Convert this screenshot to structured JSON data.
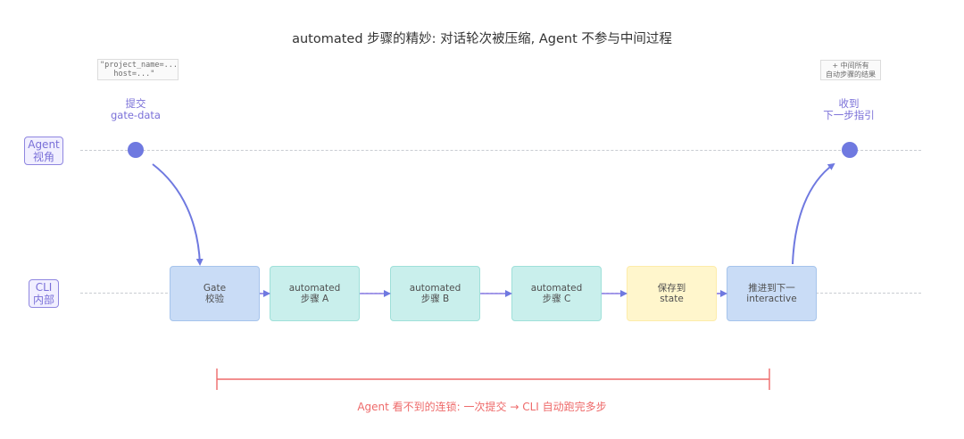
{
  "title": "automated 步骤的精妙: 对话轮次被压缩, Agent 不参与中间过程",
  "lanes": {
    "agent": "Agent\n视角",
    "cli": "CLI\n内部"
  },
  "notes": {
    "submit_payload": "\"project_name=...\n   host=...\"",
    "result_note": "+ 中间所有\n自动步骤的结果"
  },
  "captions": {
    "submit": "提交\ngate-data",
    "receive": "收到\n下一步指引"
  },
  "steps": [
    {
      "label": "Gate\n校验",
      "style": "blue"
    },
    {
      "label": "automated\n步骤 A",
      "style": "teal"
    },
    {
      "label": "automated\n步骤 B",
      "style": "teal"
    },
    {
      "label": "automated\n步骤 C",
      "style": "teal"
    },
    {
      "label": "保存到\nstate",
      "style": "yellow"
    },
    {
      "label": "推进到下一\ninteractive",
      "style": "blue"
    }
  ],
  "bracket_caption": "Agent 看不到的连锁: 一次提交 → CLI 自动跑完多步",
  "colors": {
    "accent": "#6f79e0",
    "lane_label": "#7a70d8",
    "box_blue": "#c9dcf6",
    "box_teal": "#c9efec",
    "box_yellow": "#fff6cc",
    "bracket": "#ee6a6a"
  }
}
